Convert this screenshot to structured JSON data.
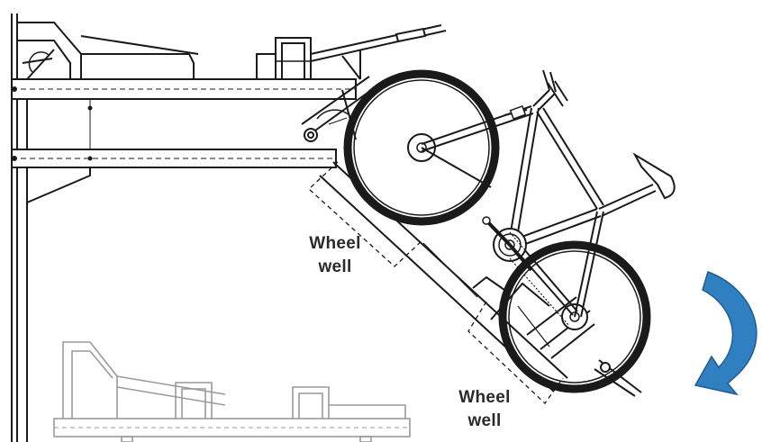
{
  "labels": {
    "upper_wheel_well": [
      "Wheel",
      "well"
    ],
    "lower_wheel_well": [
      "Wheel",
      "well"
    ]
  },
  "colors": {
    "line": "#1a1a1a",
    "faint_line": "#9a9a9a",
    "arrow": "#2f7fc1",
    "arrow_outline": "#1f5d94"
  },
  "icons": {
    "rotation_arrow": "curved-arrow-clockwise-down-icon"
  }
}
